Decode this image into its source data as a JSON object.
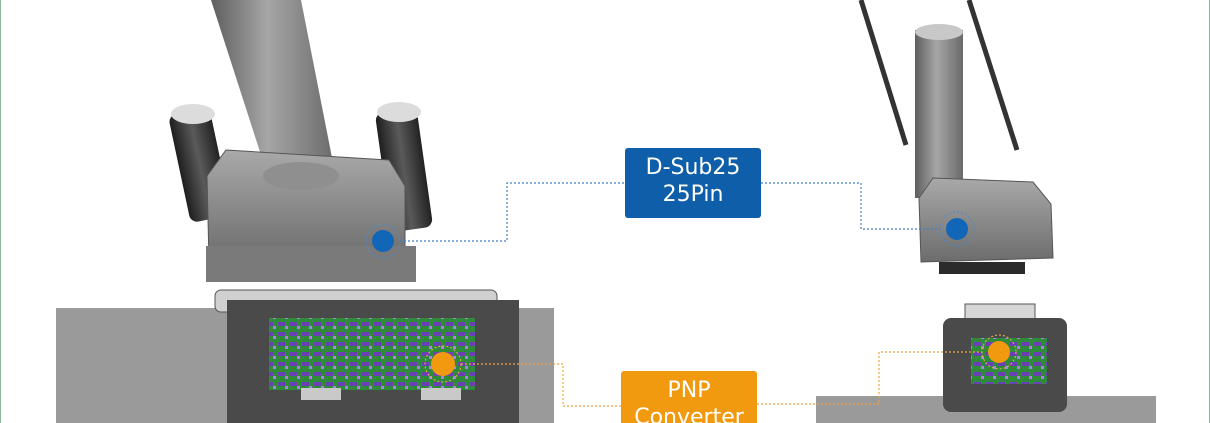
{
  "callouts": {
    "dsub": {
      "line1": "D-Sub25",
      "line2": "25Pin",
      "color": "#0f5ea9"
    },
    "pnp": {
      "line1": "PNP",
      "line2": "Converter",
      "color": "#f29a0f"
    }
  },
  "colors": {
    "marker_blue": "#1166b8",
    "marker_orange": "#f29a0f",
    "housing_gray": "#8a8a8a",
    "pcb_green": "#2f8a3a",
    "base_gray": "#9a9a9a"
  }
}
